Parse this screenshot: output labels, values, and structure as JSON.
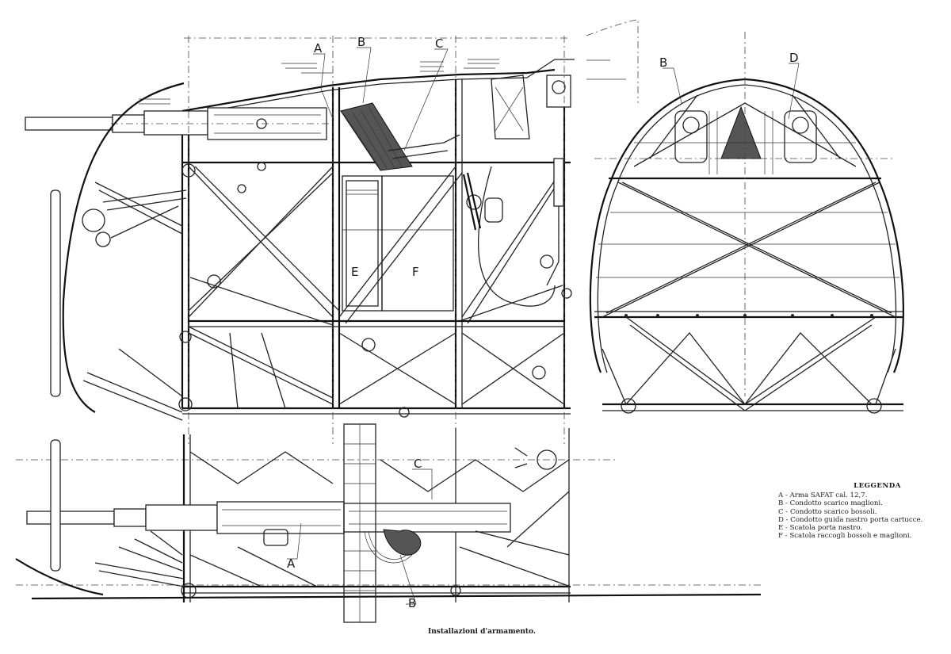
{
  "callouts": {
    "top_view": {
      "A": "A",
      "B": "B",
      "C": "C",
      "E": "E",
      "F": "F"
    },
    "front_view": {
      "B": "B",
      "D": "D"
    },
    "bottom_view": {
      "A": "A",
      "B": "B",
      "C": "C"
    }
  },
  "legend": {
    "title": "LEGGENDA",
    "items": [
      "A - Arma SAFAT cal. 12,7.",
      "B - Condotto scarico maglioni.",
      "C - Condotto scarico bossoli.",
      "D - Condotto guida nastro porta cartucce.",
      "E - Scatola porta nastro.",
      "F - Scatola raccogli bossoli e maglioni."
    ]
  },
  "caption": "Installazioni d'armamento."
}
